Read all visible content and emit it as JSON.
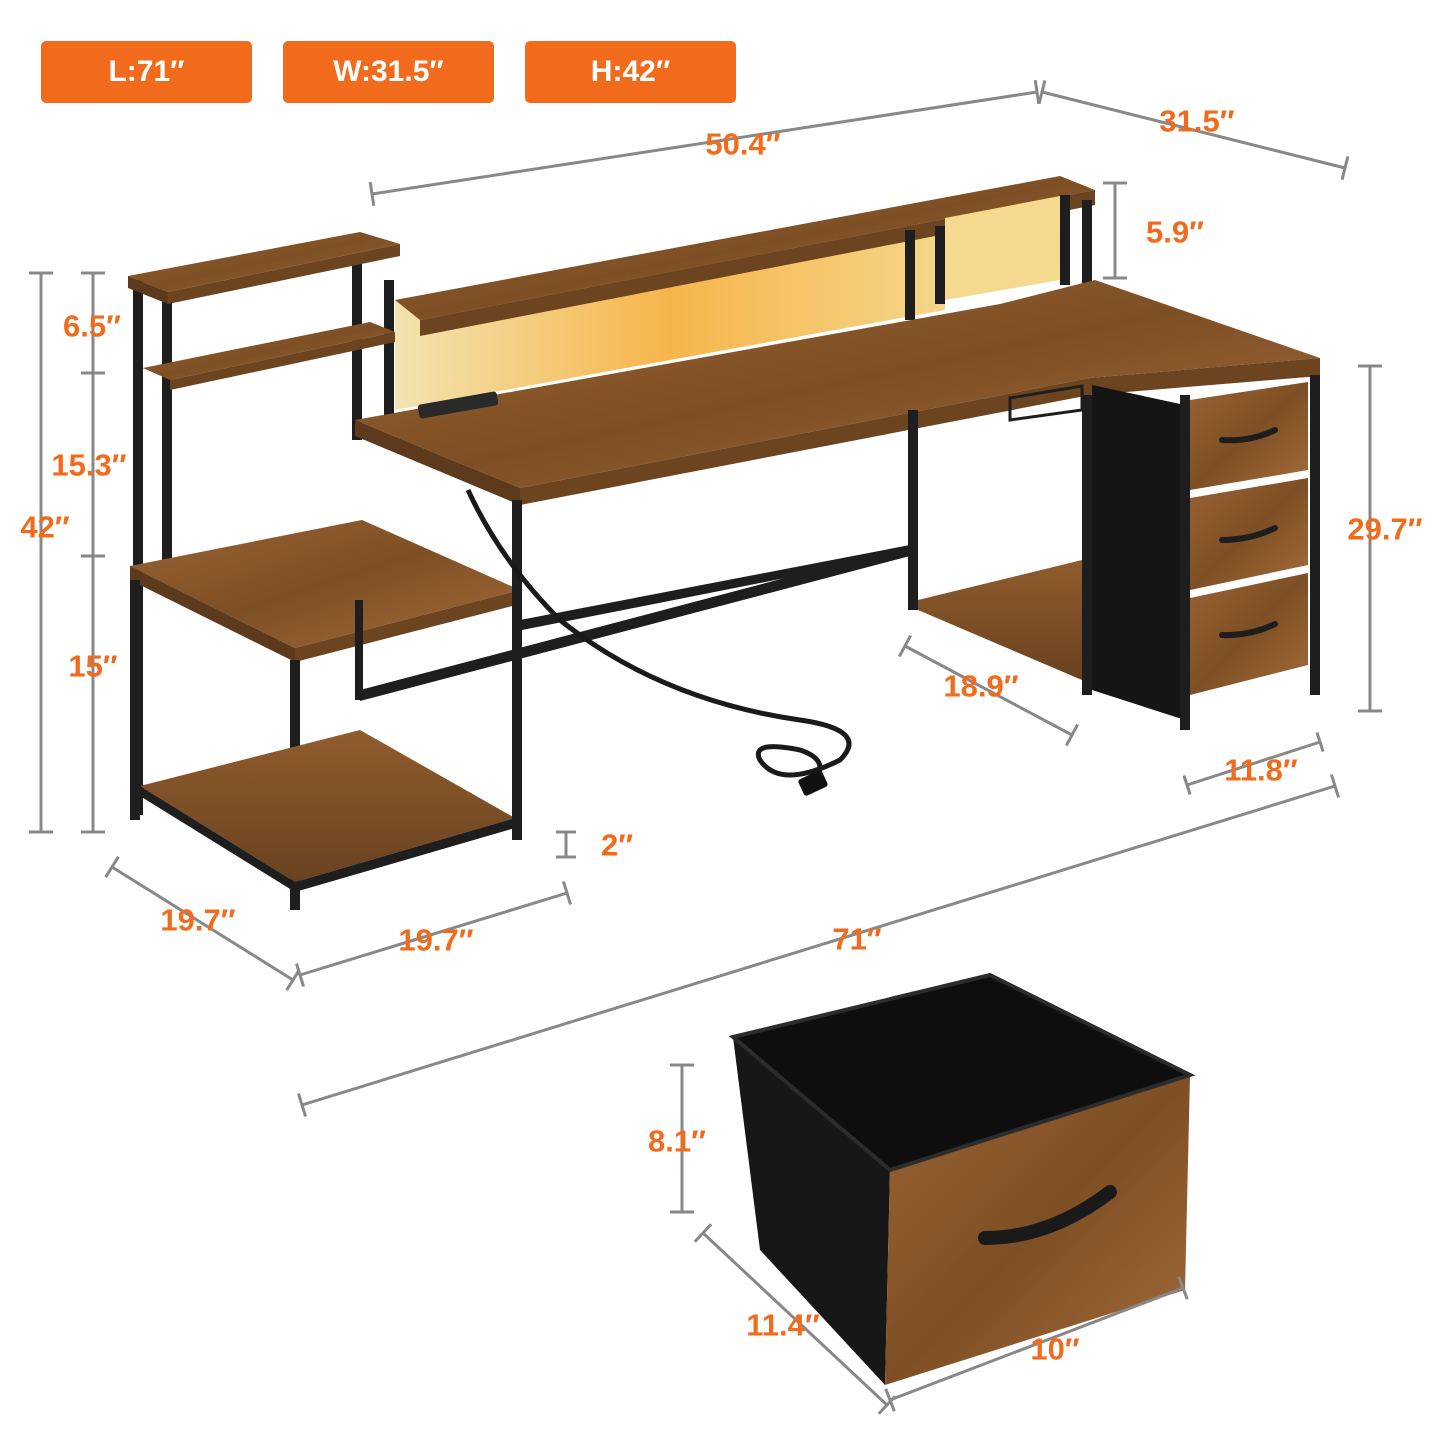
{
  "colors": {
    "accent": "#f26a1b",
    "dimension_line": "#888888",
    "wood": "#8a5a2e",
    "wood_dark": "#5e3a1c",
    "frame": "#1e1e1e",
    "led_glow": "#f7b84a",
    "fabric": "#151515"
  },
  "badges": {
    "length": "L:71″",
    "width": "W:31.5″",
    "height": "H:42″"
  },
  "dimensions": {
    "desk_top_length": "50.4″",
    "desk_depth": "31.5″",
    "hutch_height": "5.9″",
    "top_shelf_gap": "6.5″",
    "middle_shelf_gap": "15.3″",
    "total_height": "42″",
    "lower_shelf_gap": "15″",
    "desk_height": "29.7″",
    "bottom_shelf_depth": "18.9″",
    "drawer_unit_width": "11.8″",
    "shelf_unit_depth": "19.7″",
    "shelf_unit_width": "19.7″",
    "floor_clearance": "2″",
    "total_length": "71″",
    "drawer_height": "8.1″",
    "drawer_depth": "11.4″",
    "drawer_width": "10″"
  },
  "icons": [
    "power-outlet-icon",
    "plug-icon"
  ]
}
